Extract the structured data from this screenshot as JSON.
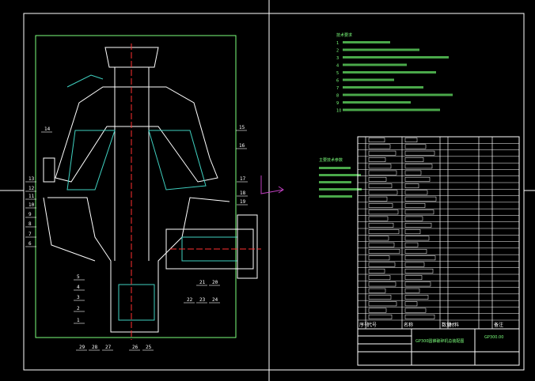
{
  "drawing": {
    "title": "GP300圆锥破碎机总装配图",
    "drawing_number": "GP300.00",
    "notes_heading": "技术要求",
    "note_numbers": [
      "1",
      "2",
      "3",
      "4",
      "5",
      "6",
      "7",
      "8",
      "9",
      "10"
    ],
    "spec_heading": "主要技术参数",
    "part_labels_left": [
      "14",
      "13",
      "12",
      "11",
      "10",
      "9",
      "8",
      "7",
      "6",
      "5",
      "4",
      "3",
      "2",
      "1"
    ],
    "part_labels_right": [
      "15",
      "16",
      "17",
      "18",
      "19",
      "21",
      "20",
      "22",
      "23",
      "24"
    ],
    "part_labels_bottom": [
      "29",
      "28",
      "27",
      "26",
      "25"
    ],
    "table_headers": [
      "序号",
      "代号",
      "名称",
      "数量",
      "材料",
      "",
      "备注"
    ],
    "table_row_count": 28
  },
  "colors": {
    "background": "#000000",
    "lines": "#ffffff",
    "text": "#7cff7c",
    "hatch": "#3fd0c0",
    "centerline": "#ff3030",
    "arrow": "#c040c0"
  }
}
